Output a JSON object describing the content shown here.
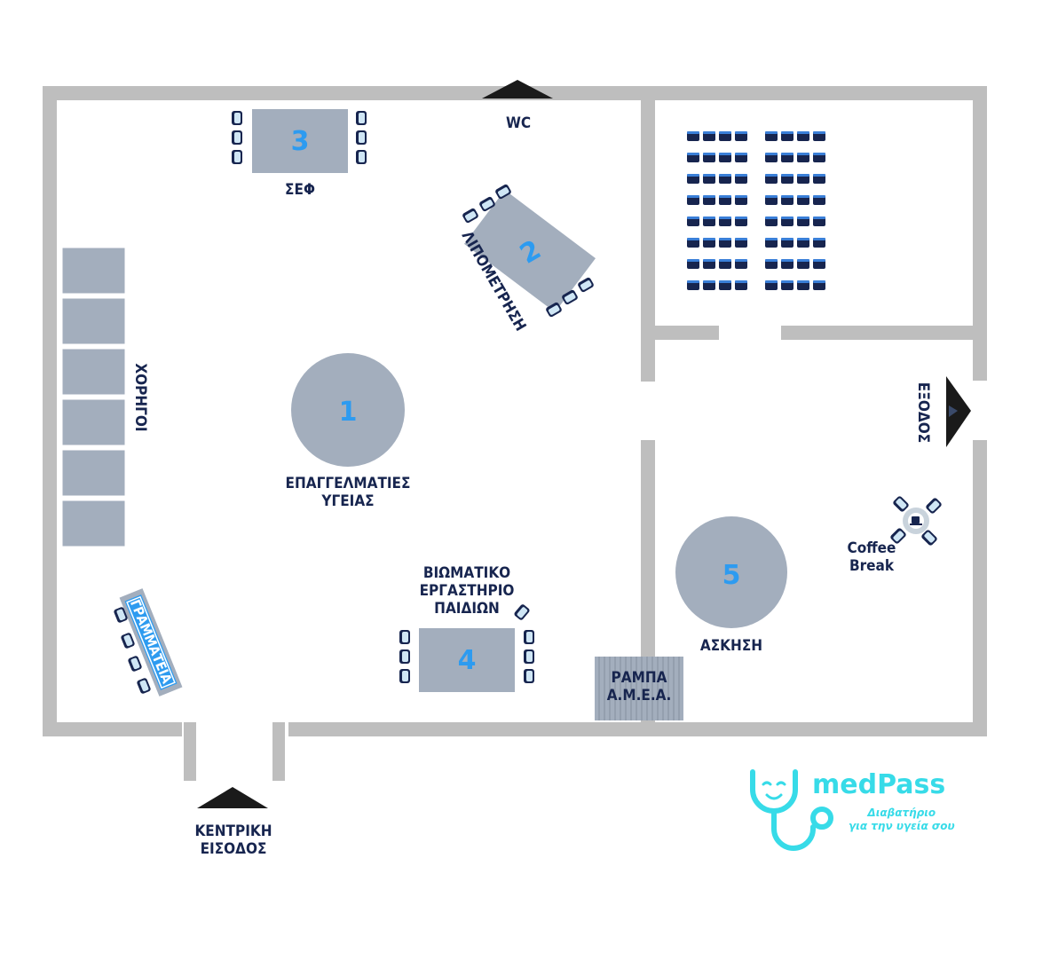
{
  "labels": {
    "wc": "WC",
    "chef": "ΣΕΦ",
    "liposuction": "ΛΙΠΟΜΕΤΡΗΣΗ",
    "sponsors": "ΧΟΡΗΓΟΙ",
    "professionals_l1": "ΕΠΑΓΓΕΛΜΑΤΙΕΣ",
    "professionals_l2": "ΥΓΕΙΑΣ",
    "workshop_l1": "ΒΙΩΜΑΤΙΚΟ",
    "workshop_l2": "ΕΡΓΑΣΤΗΡΙΟ",
    "workshop_l3": "ΠΑΙΔΙΩΝ",
    "secretariat": "ΓΡΑΜΜΑΤΕΙΑ",
    "ramp_l1": "ΡΑΜΠΑ",
    "ramp_l2": "Α.Μ.Ε.Α.",
    "exercise": "ΑΣΚΗΣΗ",
    "exit": "ΕΞΟΔΟΣ",
    "coffee_l1": "Coffee",
    "coffee_l2": "Break",
    "main_entrance_l1": "ΚΕΝΤΡΙΚΗ",
    "main_entrance_l2": "ΕΙΣΟΔΟΣ"
  },
  "stations": {
    "s1": "1",
    "s2": "2",
    "s3": "3",
    "s4": "4",
    "s5": "5"
  },
  "brand": {
    "name": "medPass",
    "tagline_l1": "Διαβατήριο",
    "tagline_l2": "για την υγεία σου"
  },
  "colors": {
    "wall": "#bebebe",
    "table": "#a3aebd",
    "navy": "#17254f",
    "accent_blue": "#2d9bf0",
    "brand_cyan": "#37dbe8"
  }
}
